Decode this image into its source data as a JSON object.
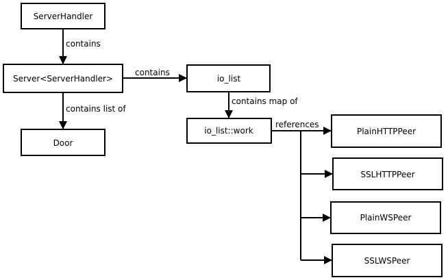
{
  "nodes": {
    "server_handler": "ServerHandler",
    "server": "Server<ServerHandler>",
    "door": "Door",
    "io_list": "io_list",
    "io_list_work": "io_list::work",
    "plain_http_peer": "PlainHTTPPeer",
    "ssl_http_peer": "SSLHTTPPeer",
    "plain_ws_peer": "PlainWSPeer",
    "ssl_ws_peer": "SSLWSPeer"
  },
  "edges": {
    "handler_to_server": "contains",
    "server_to_io_list": "contains",
    "server_to_door": "contains list of",
    "io_list_to_work": "contains map of",
    "work_to_peers": "references"
  }
}
